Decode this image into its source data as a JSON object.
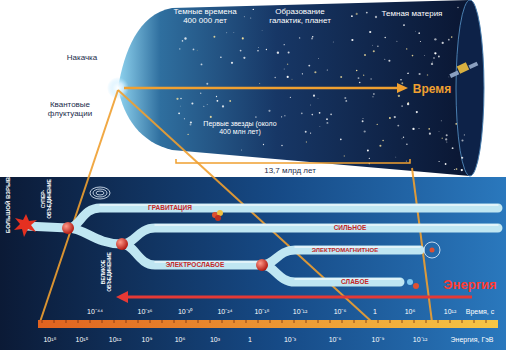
{
  "diagram": {
    "labels": [
      "Темные времена 400 000 лет",
      "Образование галактик, планет",
      "Темная материя",
      "Накачка",
      "Квантовые флуктуации",
      "Время",
      "Первые звезды (около 400 млн лет)",
      "13,7 млрд лет",
      "БОЛЬШОЙ ВЗРЫВ",
      "СУПЕР-ОБЪЕДИНЕНИЕ",
      "ВЕЛИКОЕ ОБЪЕДИНЕНИЕ",
      "ГРАВИТАЦИЯ",
      "СИЛЬНОЕ",
      "ЭЛЕКТРОМАГНИТНОЕ",
      "ЭЛЕКТРОСЛАБОЕ",
      "СЛАБОЕ",
      "Энергия",
      "10⁻⁴⁴",
      "10⁻³⁶",
      "10⁻³⁰",
      "10⁻²⁴",
      "10⁻¹⁸",
      "10⁻¹²",
      "10⁻⁶",
      "1",
      "10⁶",
      "10¹²",
      "Время, с",
      "10¹⁸",
      "10¹⁵",
      "10¹²",
      "10⁹",
      "10⁶",
      "10³",
      "1",
      "10⁻³",
      "10⁻⁶",
      "10⁻⁹",
      "10⁻¹²",
      "Энергия, ГэВ"
    ]
  }
}
